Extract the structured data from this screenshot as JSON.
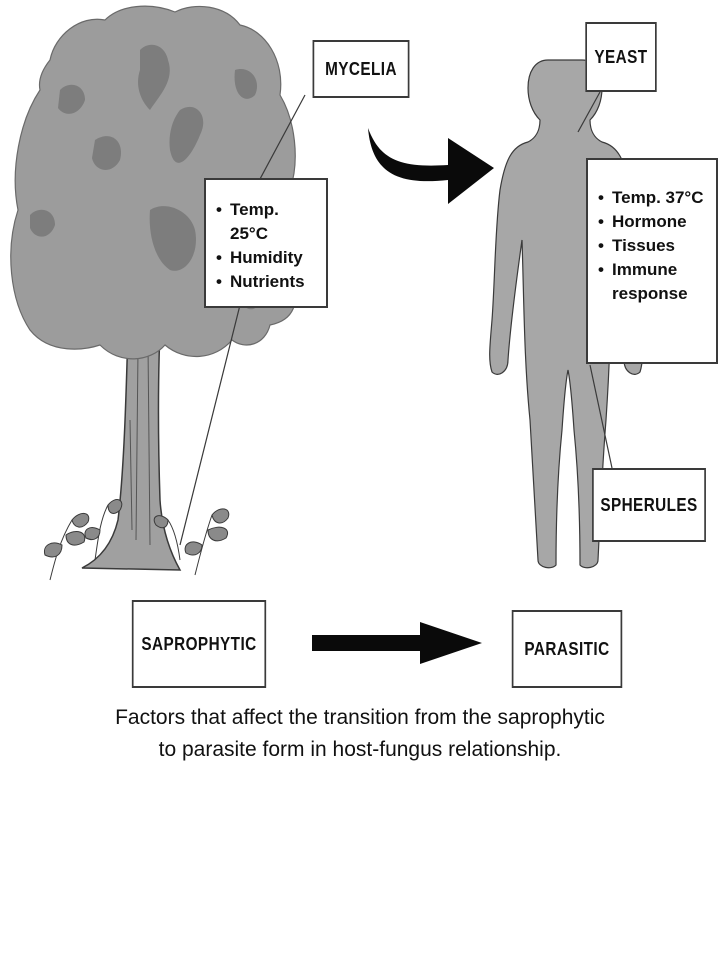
{
  "diagram": {
    "colors": {
      "tree": "#9c9c9c",
      "tree_dark": "#7d7d7d",
      "human": "#a7a7a7",
      "arrow": "#0a0a0a",
      "stroke": "#3a3a3a"
    },
    "labels": {
      "mycelia": "MYCELIA",
      "yeast": "YEAST",
      "spherules": "SPHERULES",
      "saprophytic": "SAPROPHYTIC",
      "parasitic": "PARASITIC"
    },
    "environment_factors": [
      "Temp. 25°C",
      "Humidity",
      "Nutrients"
    ],
    "host_factors": [
      "Temp. 37°C",
      "Hormone",
      "Tissues",
      "Immune response"
    ],
    "caption_line1": "Factors that affect the transition from the saprophytic",
    "caption_line2": "to parasite form in host-fungus relationship."
  }
}
